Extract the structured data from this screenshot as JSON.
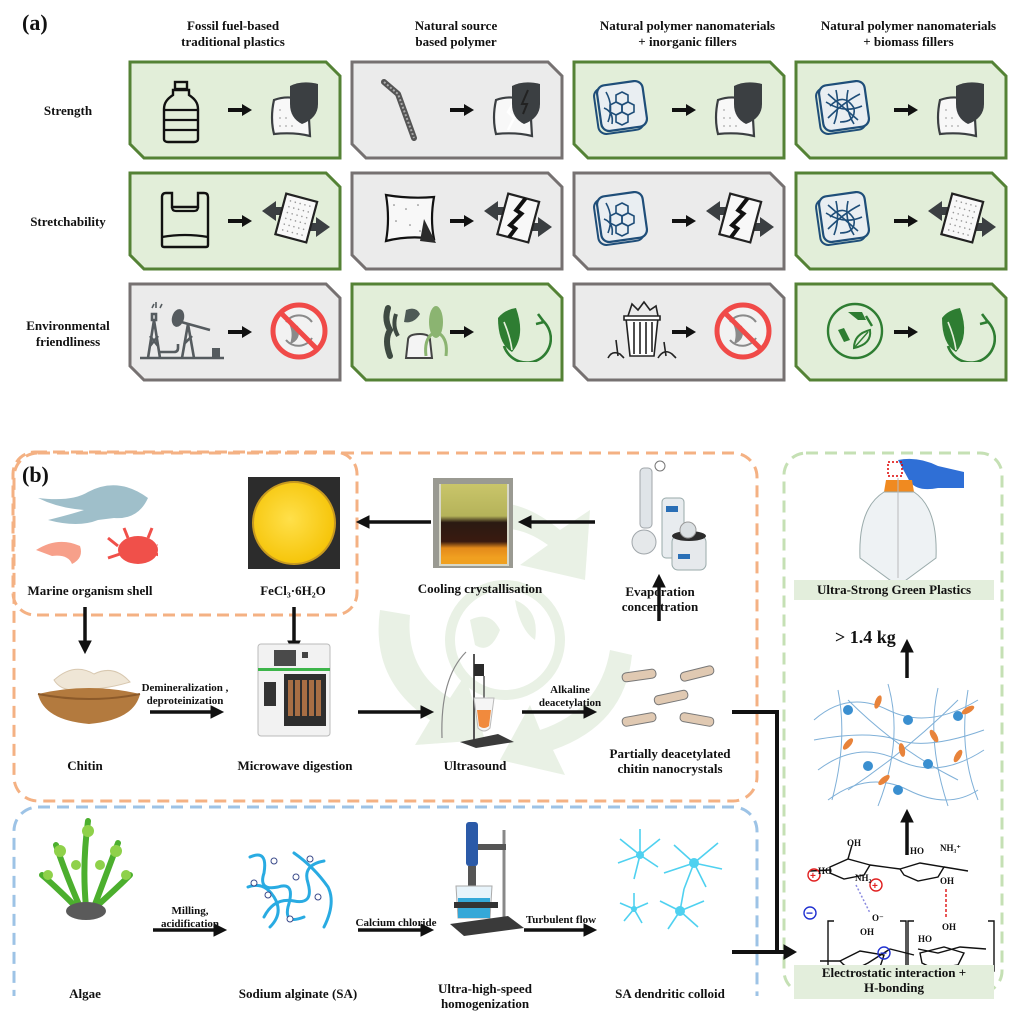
{
  "panel_a": {
    "label": "(a)",
    "columns": [
      {
        "line1": "Fossil fuel-based",
        "line2": "traditional plastics"
      },
      {
        "line1": "Natural source",
        "line2": "based polymer"
      },
      {
        "line1": "Natural polymer nanomaterials",
        "line2": "+ inorganic fillers"
      },
      {
        "line1": "Natural polymer nanomaterials",
        "line2": "+ biomass fillers"
      }
    ],
    "rows": [
      {
        "line1": "Strength",
        "line2": ""
      },
      {
        "line1": "Stretchability",
        "line2": ""
      },
      {
        "line1": "Environmental",
        "line2": "friendliness"
      }
    ],
    "cells": [
      [
        {
          "status": "good",
          "from_icon": "plastic-bottle-icon",
          "to_icon": "shield-film-icon"
        },
        {
          "status": "bad",
          "from_icon": "straw-icon",
          "to_icon": "cracked-shield-film-icon"
        },
        {
          "status": "good",
          "from_icon": "hexagon-network-icon",
          "to_icon": "shield-film-icon"
        },
        {
          "status": "good",
          "from_icon": "fiber-network-icon",
          "to_icon": "shield-film-icon"
        }
      ],
      [
        {
          "status": "good",
          "from_icon": "plastic-bag-icon",
          "to_icon": "stretch-film-icon"
        },
        {
          "status": "bad",
          "from_icon": "paper-sheet-icon",
          "to_icon": "torn-stretch-film-icon"
        },
        {
          "status": "bad",
          "from_icon": "hexagon-network-icon",
          "to_icon": "torn-stretch-film-icon"
        },
        {
          "status": "good",
          "from_icon": "fiber-network-icon",
          "to_icon": "stretch-film-icon"
        }
      ],
      [
        {
          "status": "bad",
          "from_icon": "oil-rig-icon",
          "to_icon": "no-recycle-icon"
        },
        {
          "status": "good",
          "from_icon": "biomass-sources-icon",
          "to_icon": "leaf-recycle-icon"
        },
        {
          "status": "bad",
          "from_icon": "trash-can-icon",
          "to_icon": "no-recycle-icon"
        },
        {
          "status": "good",
          "from_icon": "recycle-leaf-badge-icon",
          "to_icon": "leaf-recycle-icon"
        }
      ]
    ],
    "colors": {
      "good_fill": "#e2eed9",
      "good_border": "#548235",
      "bad_fill": "#ebebeb",
      "bad_border": "#767171",
      "icon_dark": "#3b3f42",
      "icon_blue": "#1f4e79",
      "prohibit_red": "#f04a48",
      "leaf_green": "#2e7d32"
    }
  },
  "panel_b": {
    "label": "(b)",
    "chitin_route": {
      "marine": "Marine organism shell",
      "fecl3": "FeCl₃·6H₂O",
      "cooling": "Cooling crystallisation",
      "evap_line1": "Evaporation",
      "evap_line2": "concentration",
      "chitin": "Chitin",
      "demin_line1": "Demineralization ,",
      "demin_line2": "deproteinization",
      "microwave": "Microwave digestion",
      "ultrasound": "Ultrasound",
      "alk_line1": "Alkaline",
      "alk_line2": "deacetylation",
      "pdcn_line1": "Partially deacetylated",
      "pdcn_line2": "chitin nanocrystals"
    },
    "alginate_route": {
      "algae": "Algae",
      "milling_line1": "Milling,",
      "milling_line2": "acidification",
      "sa": "Sodium alginate (SA)",
      "cacl": "Calcium chloride",
      "homog_line1": "Ultra-high-speed",
      "homog_line2": "homogenization",
      "turbulent": "Turbulent flow",
      "dendritic": "SA dendritic colloid"
    },
    "result": {
      "product": "Ultra-Strong Green Plastics",
      "load": "> 1.4 kg",
      "interaction_line1": "Electrostatic interaction +",
      "interaction_line2": "H-bonding",
      "chem": {
        "oh": "OH",
        "ho": "HO",
        "nh2": "NH₂",
        "nh3": "NH₃⁺",
        "o_minus": "O⁻",
        "o": "O"
      }
    },
    "colors": {
      "orange_dash": "#f4b183",
      "blue_dash": "#9dc3e6",
      "green_dash": "#c5e0b4",
      "label_bar": "#e3eedc",
      "sa_blue": "#29abe2",
      "dendrite_blue": "#4fd1f0",
      "watermark": "#e9f1e5"
    }
  }
}
